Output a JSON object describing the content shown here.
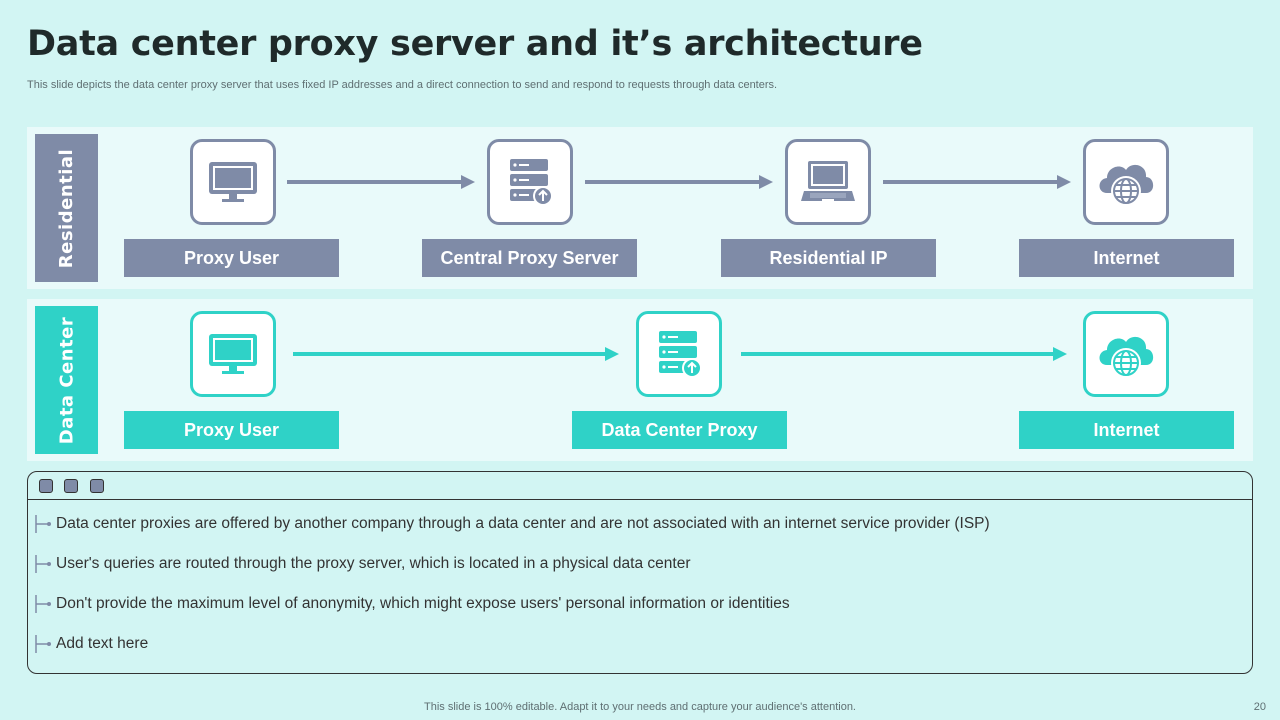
{
  "title": "Data center proxy server and it’s architecture",
  "subtitle": "This slide depicts the data center proxy server that uses fixed IP addresses and a direct connection to send and respond to requests through data centers.",
  "colors": {
    "residential": "#7f8ba7",
    "datacenter": "#2fd2c7",
    "background": "#d2f5f3",
    "panel": "#e9fafa"
  },
  "residential": {
    "heading": "Residential",
    "nodes": [
      {
        "label": "Proxy User",
        "icon": "monitor-icon"
      },
      {
        "label": "Central Proxy Server",
        "icon": "server-icon"
      },
      {
        "label": "Residential IP",
        "icon": "laptop-icon"
      },
      {
        "label": "Internet",
        "icon": "cloud-globe-icon"
      }
    ]
  },
  "datacenter": {
    "heading": "Data Center",
    "nodes": [
      {
        "label": "Proxy User",
        "icon": "monitor-icon"
      },
      {
        "label": "Data Center Proxy",
        "icon": "server-icon"
      },
      {
        "label": "Internet",
        "icon": "cloud-globe-icon"
      }
    ]
  },
  "notes": [
    "Data center proxies are offered by another company through  a data center and are not associated with an internet service provider (ISP)",
    "User's queries are routed through the proxy server, which is located in a physical data center",
    "Don't provide the maximum level of anonymity,  which might expose users' personal information or identities",
    "Add text here"
  ],
  "footer": "This slide is 100% editable. Adapt it to your needs and capture your audience's attention.",
  "page_number": "20"
}
